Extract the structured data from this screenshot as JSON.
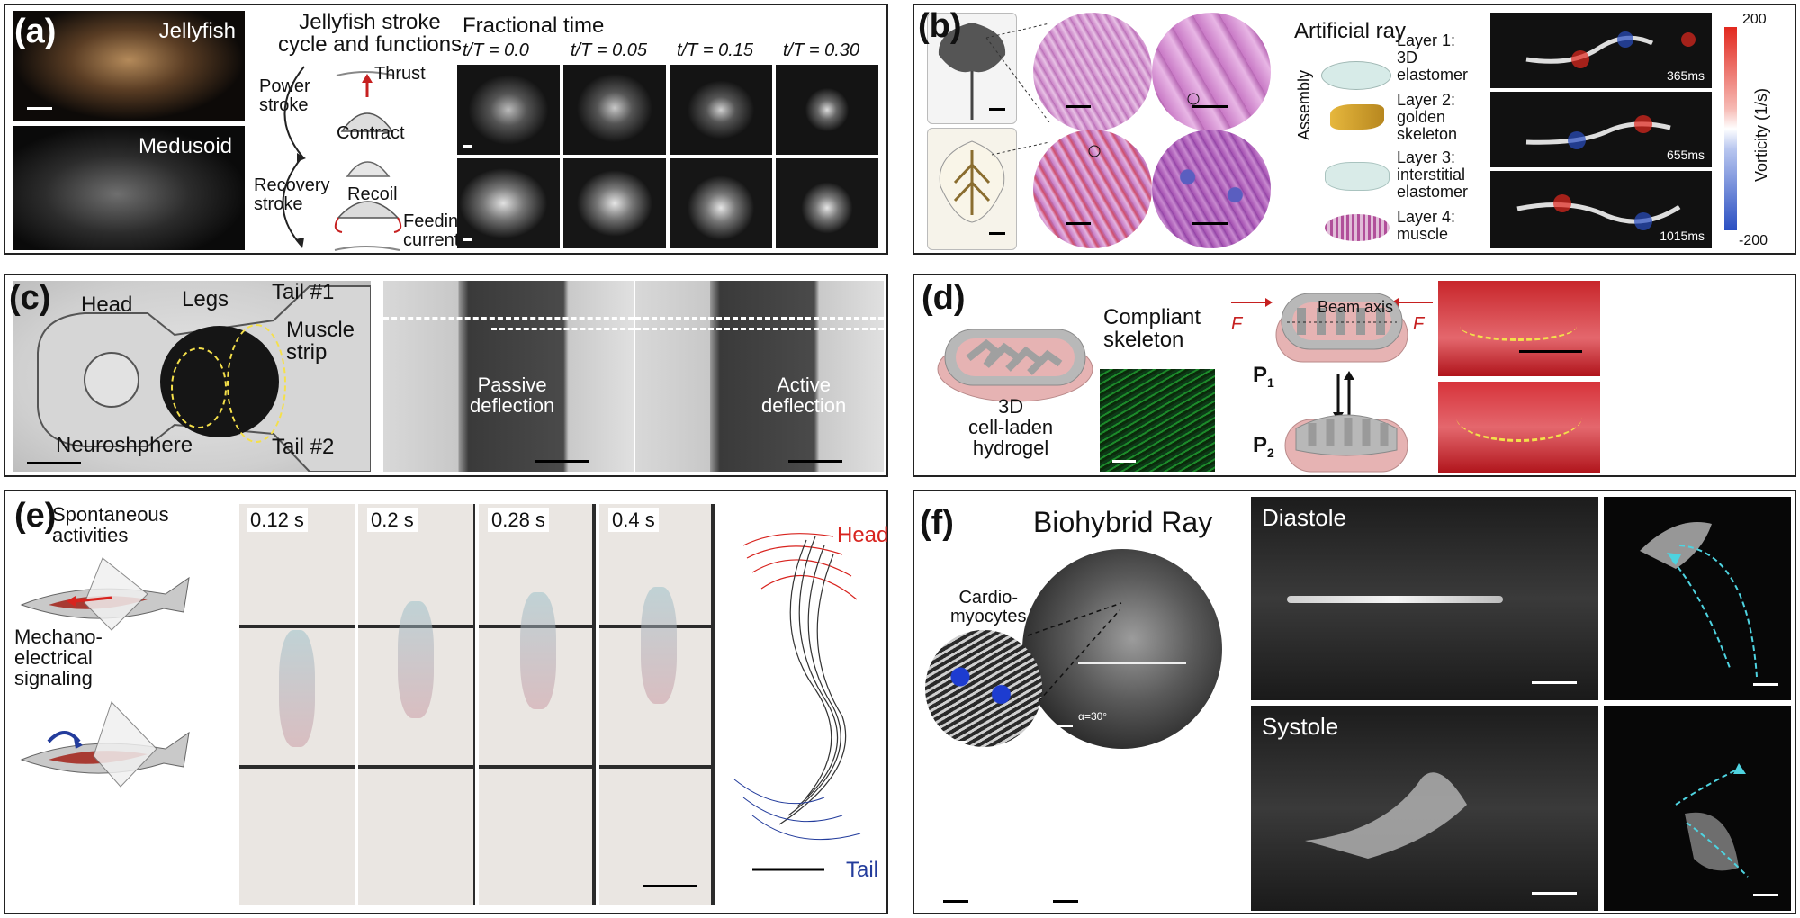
{
  "panel_a": {
    "label": "(a)",
    "photo_top_label": "Jellyfish",
    "photo_bottom_label": "Medusoid",
    "cycle_title_line1": "Jellyfish stroke",
    "cycle_title_line2": "cycle and functions",
    "power_stroke_line1": "Power",
    "power_stroke_line2": "stroke",
    "thrust": "Thrust",
    "contract": "Contract",
    "recoil": "Recoil",
    "recovery_line1": "Recovery",
    "recovery_line2": "stroke",
    "feeding_line1": "Feeding",
    "feeding_line2": "current",
    "fractional_time": "Fractional time",
    "times": [
      "t/T = 0.0",
      "t/T = 0.05",
      "t/T = 0.15",
      "t/T = 0.30"
    ]
  },
  "panel_b": {
    "label": "(b)",
    "artificial_ray": "Artificial ray",
    "assembly": "Assembly",
    "layer1_line1": "Layer 1:",
    "layer1_line2": "3D",
    "layer1_line3": "elastomer",
    "layer2_line1": "Layer 2:",
    "layer2_line2": "golden",
    "layer2_line3": "skeleton",
    "layer3_line1": "Layer 3:",
    "layer3_line2": "interstitial",
    "layer3_line3": "elastomer",
    "layer4_line1": "Layer 4:",
    "layer4_line2": "muscle",
    "frame_times": [
      "365ms",
      "655ms",
      "1015ms"
    ],
    "colorbar_max": "200",
    "colorbar_min": "-200",
    "colorbar_label": "Vorticity (1/s)"
  },
  "panel_c": {
    "label": "(c)",
    "head": "Head",
    "legs": "Legs",
    "tail1": "Tail #1",
    "muscle_line1": "Muscle",
    "muscle_line2": "strip",
    "neurosphere": "Neuroshphere",
    "tail2": "Tail #2",
    "passive_line1": "Passive",
    "passive_line2": "deflection",
    "active_line1": "Active",
    "active_line2": "deflection"
  },
  "panel_d": {
    "label": "(d)",
    "compliant_line1": "Compliant",
    "compliant_line2": "skeleton",
    "hydrogel_line1": "3D",
    "hydrogel_line2": "cell-laden",
    "hydrogel_line3": "hydrogel",
    "beam_axis": "Beam axis",
    "force": "F",
    "p1": "P",
    "p1_sub": "1",
    "p2": "P",
    "p2_sub": "2"
  },
  "panel_e": {
    "label": "(e)",
    "spont_line1": "Spontaneous",
    "spont_line2": "activities",
    "mech_line1": "Mechano-",
    "mech_line2": "electrical",
    "mech_line3": "signaling",
    "times": [
      "0.12 s",
      "0.2 s",
      "0.28 s",
      "0.4 s"
    ],
    "head": "Head",
    "tail": "Tail"
  },
  "panel_f": {
    "label": "(f)",
    "title": "Biohybrid Ray",
    "cardio_line1": "Cardio-",
    "cardio_line2": "myocytes",
    "angle": "α=30°",
    "diastole": "Diastole",
    "systole": "Systole"
  },
  "colors": {
    "border": "#222222",
    "photo_dark": "#0c0c0c",
    "vorticity_pos": "#e2281e",
    "vorticity_neg": "#2a4fc2",
    "skeleton_gray": "#a9a9a9",
    "hydrogel_pink": "#e6b3b3",
    "gel_red": "#c8262b",
    "head_red": "#d8231e",
    "tail_blue": "#233c9c",
    "trace_cyan": "#4ed3e0",
    "highlight_yellow": "#f2e14b"
  }
}
